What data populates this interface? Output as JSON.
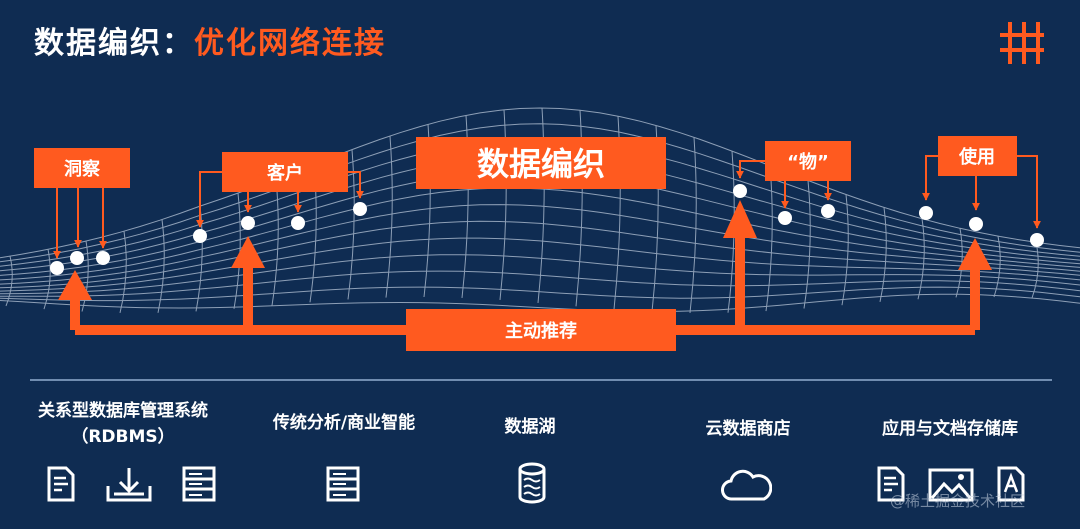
{
  "title": {
    "part1": "数据编织",
    "separator": "：",
    "part2": "优化网络连接"
  },
  "diagram": {
    "center_label": "数据编织",
    "push_label": "主动推荐",
    "consumers": [
      "洞察",
      "客户",
      "“物”",
      "使用"
    ]
  },
  "sources": [
    {
      "label": "关系型数据库管理系统",
      "sublabel": "（RDBMS）",
      "icons": [
        "document-icon",
        "download-tray-icon",
        "server-icon"
      ]
    },
    {
      "label": "传统分析/商业智能",
      "icons": [
        "server-icon"
      ]
    },
    {
      "label": "数据湖",
      "icons": [
        "database-icon"
      ]
    },
    {
      "label": "云数据商店",
      "icons": [
        "cloud-icon"
      ]
    },
    {
      "label": "应用与文档存储库",
      "icons": [
        "document-icon",
        "image-icon",
        "text-file-icon"
      ]
    }
  ],
  "watermark": "@稀土掘金技术社区",
  "colors": {
    "background": "#0f2c52",
    "accent": "#ff5a1f",
    "mesh": "#b8c6d8",
    "text": "#ffffff"
  }
}
